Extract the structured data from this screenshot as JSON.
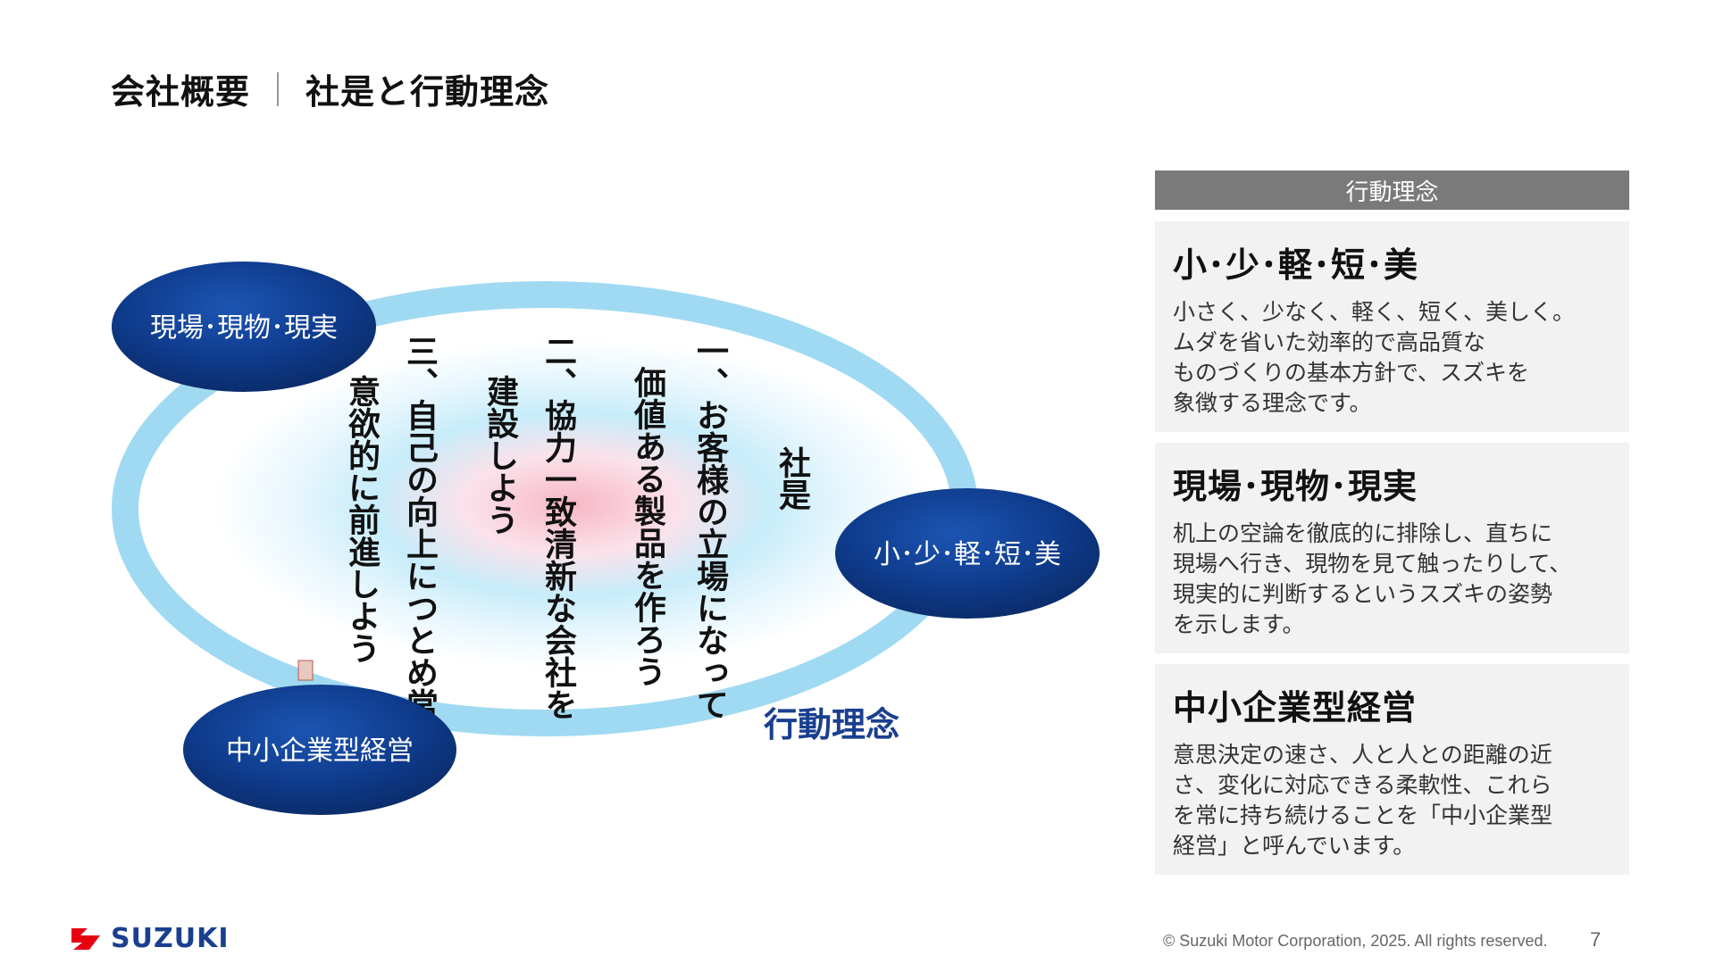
{
  "header": {
    "section": "会社概要",
    "title": "社是と行動理念"
  },
  "diagram": {
    "ovals": {
      "genba": "現場･現物･現実",
      "sho": "小･少･軽･短･美",
      "chusho": "中小企業型経営"
    },
    "kodo_label": "行動理念",
    "motto_heading": "社是",
    "motto_columns": [
      "一、お客様の立場になって",
      "価値ある製品を作ろう",
      "二、協力一致清新な会社を",
      "建設しよう",
      "三、自己の向上につとめ常に",
      "意欲的に前進しよう"
    ],
    "colors": {
      "oval_blue": "#0e3a8a",
      "ring_blue": "#8fd3f0"
    }
  },
  "panel": {
    "header": "行動理念",
    "cards": [
      {
        "title": "小･少･軽･短･美",
        "text": "小さく、少なく、軽く、短く、美しく。\nムダを省いた効率的で高品質な\nものづくりの基本方針で、スズキを\n象徴する理念です。"
      },
      {
        "title": "現場･現物･現実",
        "text": "机上の空論を徹底的に排除し、直ちに\n現場へ行き、現物を見て触ったりして、\n現実的に判断するというスズキの姿勢\nを示します。"
      },
      {
        "title": "中小企業型経営",
        "text": "意思決定の速さ、人と人との距離の近\nさ、変化に対応できる柔軟性、これら\nを常に持ち続けることを「中小企業型\n経営」と呼んでいます。"
      }
    ]
  },
  "footer": {
    "logo_text": "SUZUKI",
    "copyright": "© Suzuki Motor Corporation, 2025. All rights reserved.",
    "page_number": "7"
  }
}
